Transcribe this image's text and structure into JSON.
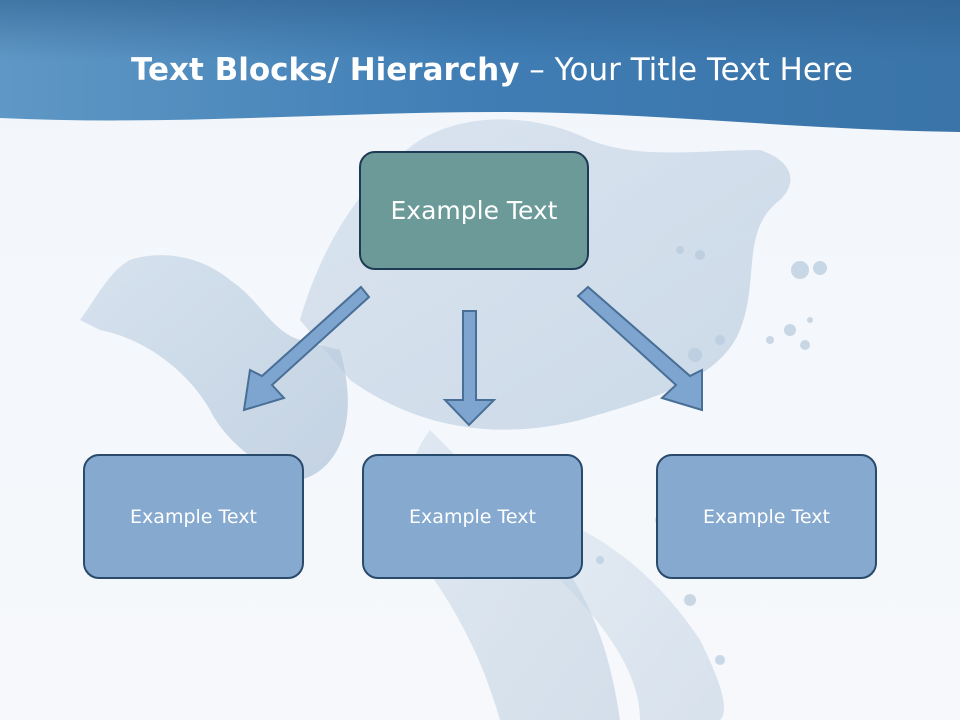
{
  "slide": {
    "title_bold": "Text Blocks/ Hierarchy",
    "title_rest": " – Your Title Text Here"
  },
  "diagram": {
    "root": {
      "label": "Example Text"
    },
    "children": [
      {
        "label": "Example Text"
      },
      {
        "label": "Example Text"
      },
      {
        "label": "Example Text"
      }
    ]
  },
  "colors": {
    "header": "#3f7db4",
    "root_fill": "#6b9a98",
    "child_fill": "#86a9cf",
    "arrow_fill": "#7ea5cf",
    "border": "#1f3a55"
  },
  "icons": {
    "background": "water-dove-art"
  }
}
